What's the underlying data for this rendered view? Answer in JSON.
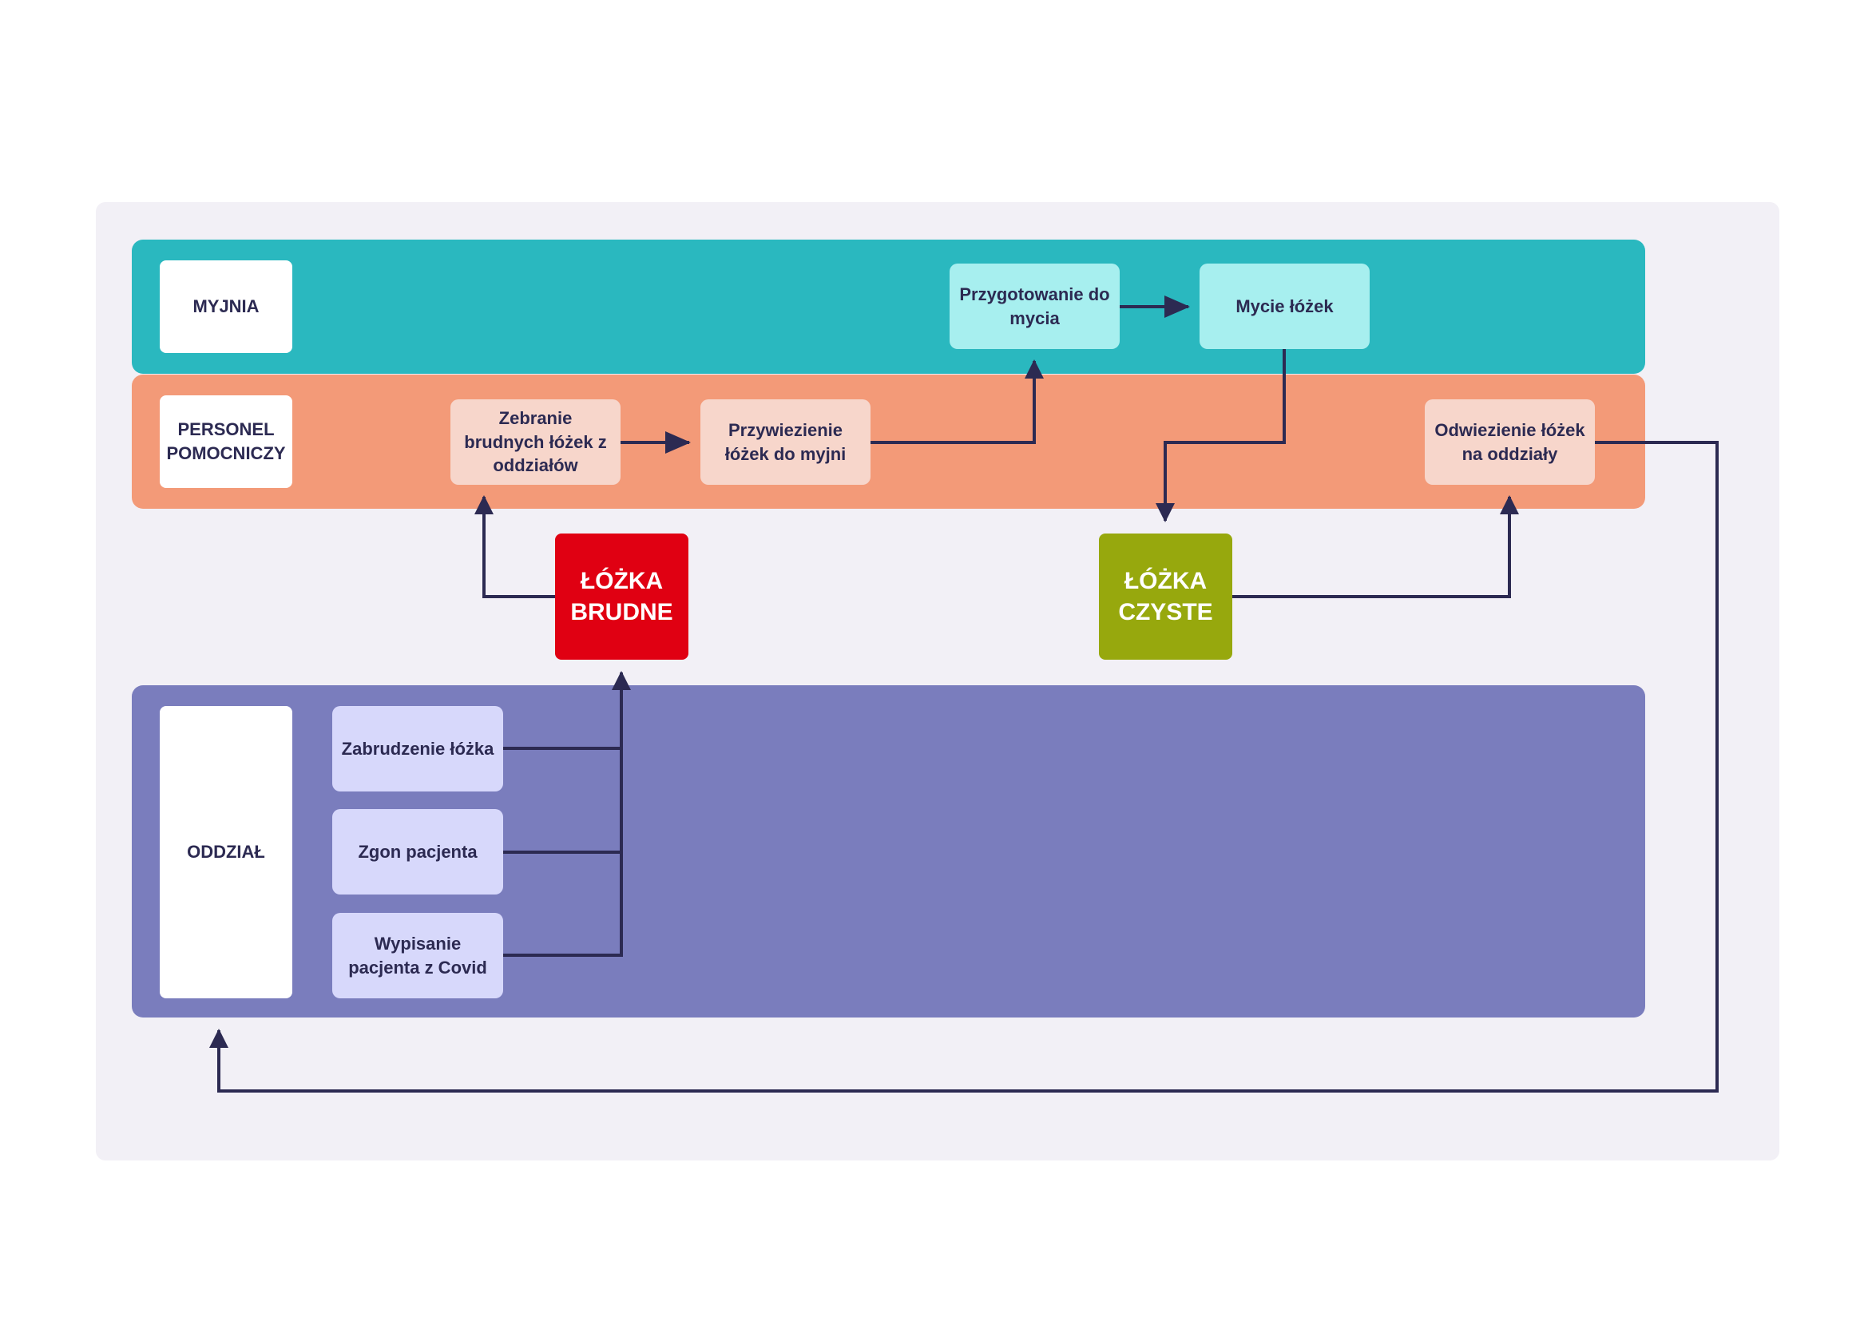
{
  "lanes": {
    "myjnia": "MYJNIA",
    "personel": "PERSONEL POMOCNICZY",
    "oddzial": "ODDZIAŁ"
  },
  "steps": {
    "przygotowanie": "Przygotowanie do mycia",
    "mycie": "Mycie łóżek",
    "zebranie": "Zebranie brudnych łóżek z oddziałów",
    "przywiezienie": "Przywiezienie łóżek do myjni",
    "odwiezienie": "Odwiezienie łóżek na oddziały",
    "zabrudzenie": "Zabrudzenie łóżka",
    "zgon": "Zgon pacjenta",
    "wypisanie": "Wypisanie pacjenta z Covid"
  },
  "states": {
    "brudne": "ŁÓŻKA BRUDNE",
    "czyste": "ŁÓŻKA CZYSTE"
  },
  "colors": {
    "myjnia": "#2ab8bf",
    "personel": "#f39a78",
    "oddzial": "#7a7dbd",
    "brudne": "#e00012",
    "czyste": "#97a80d",
    "connector": "#2c2a52"
  }
}
